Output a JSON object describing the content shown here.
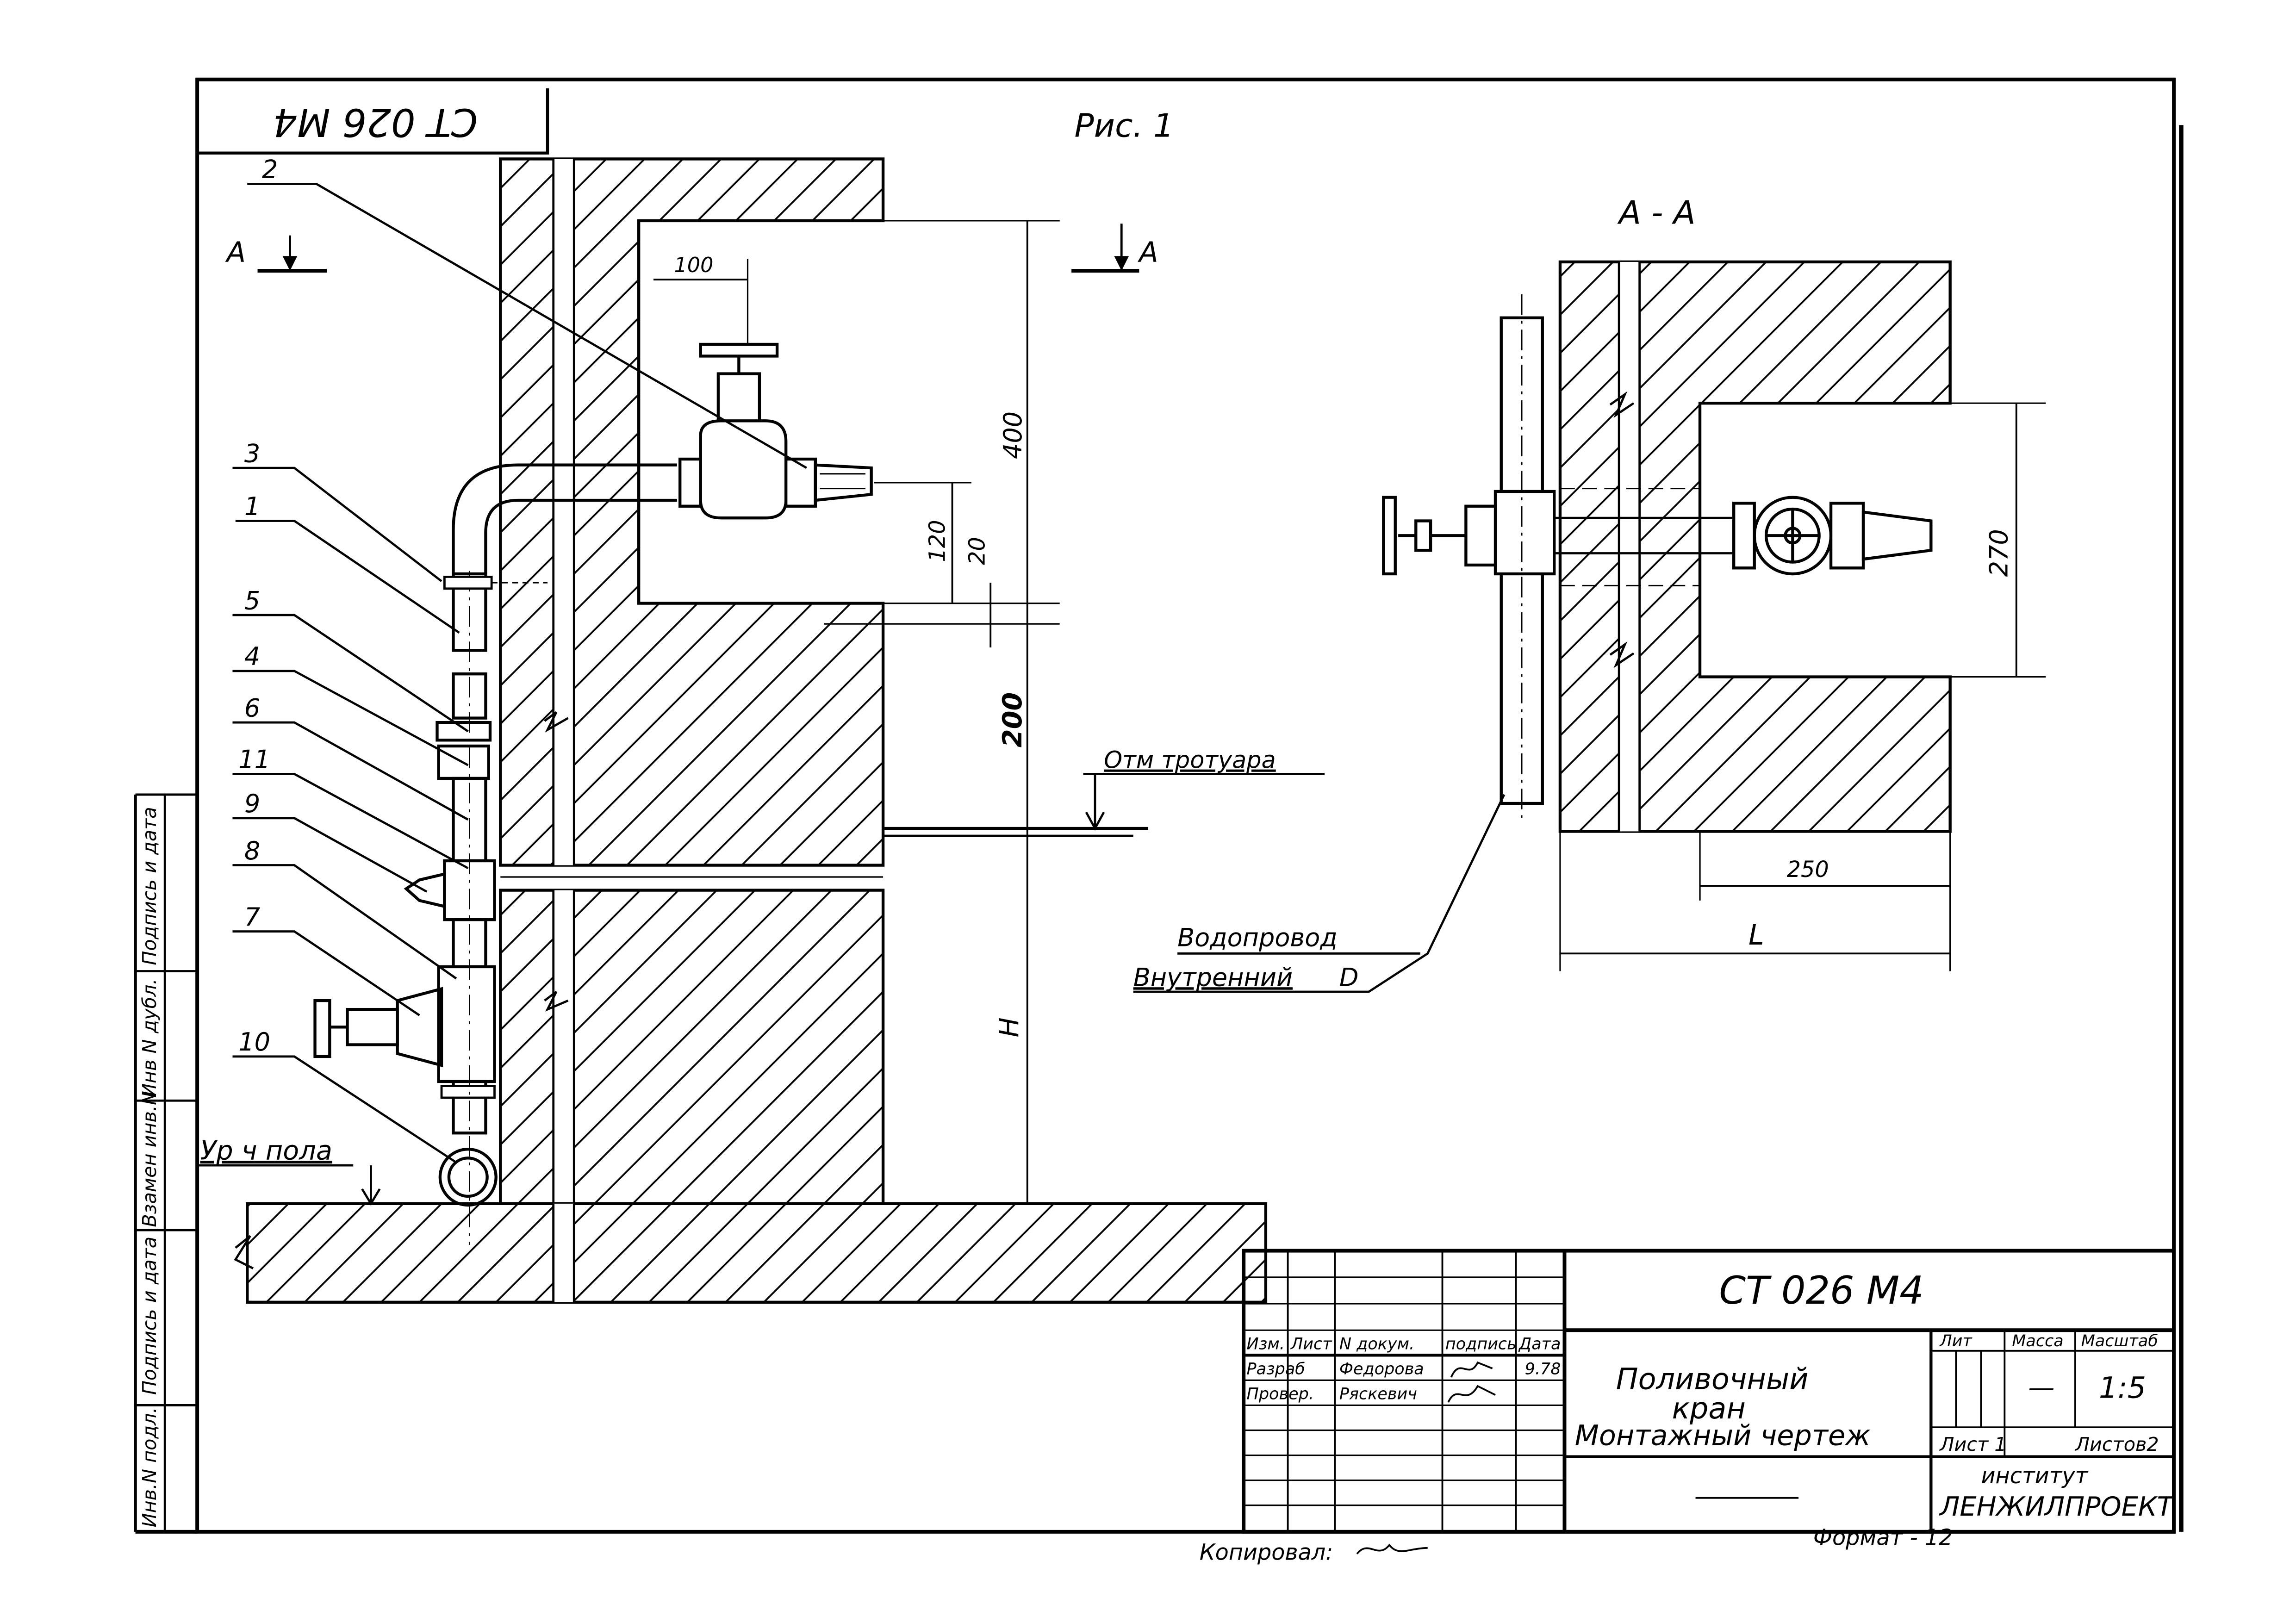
{
  "stamp_code": "CT 026 M4",
  "figure_title": "Рис. 1",
  "section_mark": "А",
  "section_title": "А - А",
  "item_labels": [
    "2",
    "3",
    "1",
    "5",
    "4",
    "6",
    "11",
    "9",
    "8",
    "7",
    "10"
  ],
  "dimensions": {
    "d100": "100",
    "d400": "400",
    "d120": "120",
    "d20": "20",
    "d200": "200",
    "dH": "H",
    "d270": "270",
    "d250": "250",
    "dL": "L"
  },
  "labels": {
    "sidewalk": "Отм тротуара",
    "floor": "Ур ч пола",
    "water_pipe_1": "Водопровод",
    "water_pipe_2": "Внутренний",
    "water_pipe_d": "D"
  },
  "side_strip": [
    "Инв.N подл.",
    "Подпись и дата",
    "Взамен инв.N",
    "Инв N дубл.",
    "Подпись и дата"
  ],
  "title_block": {
    "code": "CT 026 M4",
    "name_1": "Поливочный",
    "name_2": "кран",
    "name_3": "Монтажный чертеж",
    "col_headers": [
      "Изм.",
      "Лист",
      "N докум.",
      "подпись",
      "Дата"
    ],
    "row_razrab": "Разраб",
    "row_prover": "Провер.",
    "razrab_name": "Федорова",
    "prover_name": "Ряскевич",
    "date": "9.78",
    "lit": "Лит",
    "massa": "Масса",
    "masshtab": "Масштаб",
    "massa_value": "—",
    "scale_value": "1:5",
    "sheet": "Лист 1",
    "sheets": "Листов2",
    "institute_1": "институт",
    "institute_2": "ЛЕНЖИЛПРОЕКТ"
  },
  "footer": {
    "copied": "Копировал:",
    "format": "Формат - 12"
  }
}
